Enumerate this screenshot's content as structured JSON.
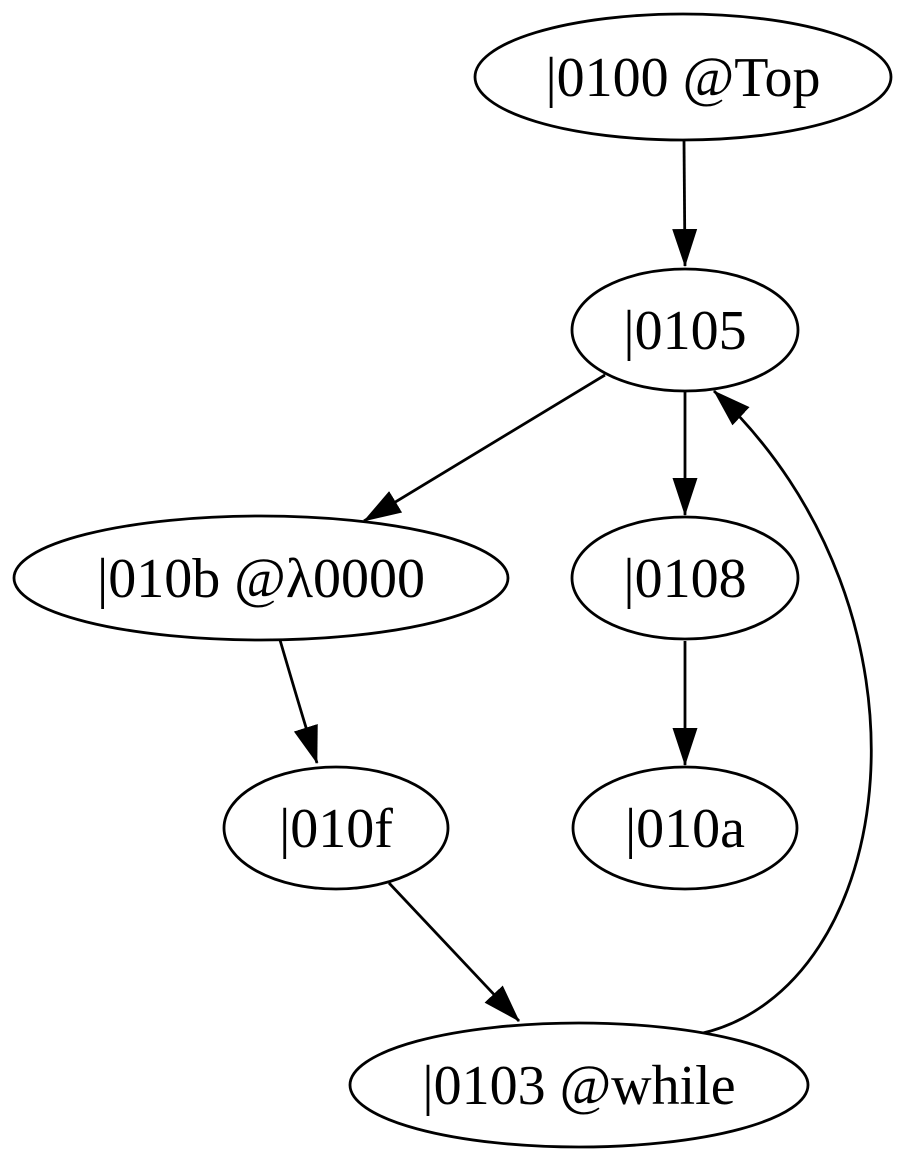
{
  "diagram": {
    "type": "directed-graph",
    "background_color": "#ffffff",
    "stroke_color": "#000000",
    "nodes": [
      {
        "id": "0100",
        "label": "|0100 @Top"
      },
      {
        "id": "0105",
        "label": "|0105"
      },
      {
        "id": "010b",
        "label": "|010b @λ0000"
      },
      {
        "id": "0108",
        "label": "|0108"
      },
      {
        "id": "010f",
        "label": "|010f"
      },
      {
        "id": "010a",
        "label": "|010a"
      },
      {
        "id": "0103",
        "label": "|0103 @while"
      }
    ],
    "edges": [
      {
        "from": "0100",
        "to": "0105"
      },
      {
        "from": "0105",
        "to": "010b"
      },
      {
        "from": "0105",
        "to": "0108"
      },
      {
        "from": "0108",
        "to": "010a"
      },
      {
        "from": "010b",
        "to": "010f"
      },
      {
        "from": "010f",
        "to": "0103"
      },
      {
        "from": "0103",
        "to": "0105"
      }
    ]
  }
}
